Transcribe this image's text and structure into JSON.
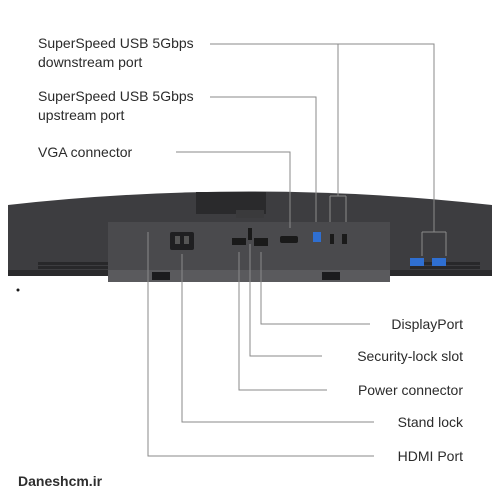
{
  "labels_top": [
    {
      "lines": [
        "SuperSpeed USB 5Gbps",
        "downstream port"
      ]
    },
    {
      "lines": [
        "SuperSpeed USB 5Gbps",
        "upstream port"
      ]
    },
    {
      "lines": [
        "VGA connector"
      ]
    }
  ],
  "labels_bottom": [
    "DisplayPort",
    "Security-lock slot",
    "Power connector",
    "Stand lock",
    "HDMI Port"
  ],
  "watermark": "Daneshcm.ir",
  "colors": {
    "text": "#2b2b2b",
    "leader": "#8a8a8a",
    "monitor_body": "#3d3d40",
    "monitor_dark": "#2a2a2c",
    "usb_port": "#2f6fd1"
  }
}
